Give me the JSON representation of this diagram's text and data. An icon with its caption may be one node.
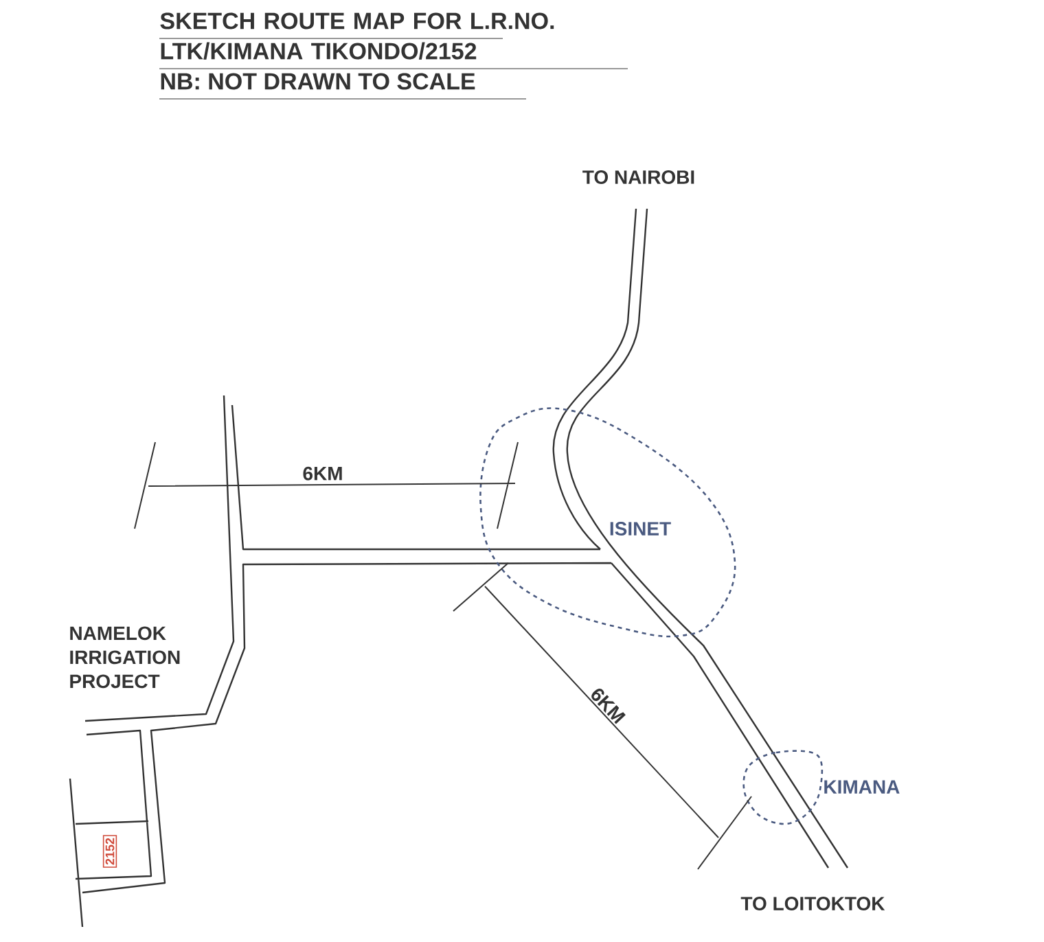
{
  "diagram": {
    "title": "SKETCH ROUTE MAP FOR L.R.NO. LTK/KIMANA TIKONDO/2152",
    "nodes": [
      {
        "text": [
          "ISINET"
        ]
      },
      {
        "text": [
          "KIMANA"
        ]
      },
      {
        "text": [
          "2152"
        ]
      }
    ],
    "labels": [
      "NB: NOT DRAWN TO SCALE",
      "TO NAIROBI",
      "6KM",
      "NAMELOK IRRIGATION PROJECT",
      "6KM",
      "TO LOITOKTOK"
    ]
  }
}
